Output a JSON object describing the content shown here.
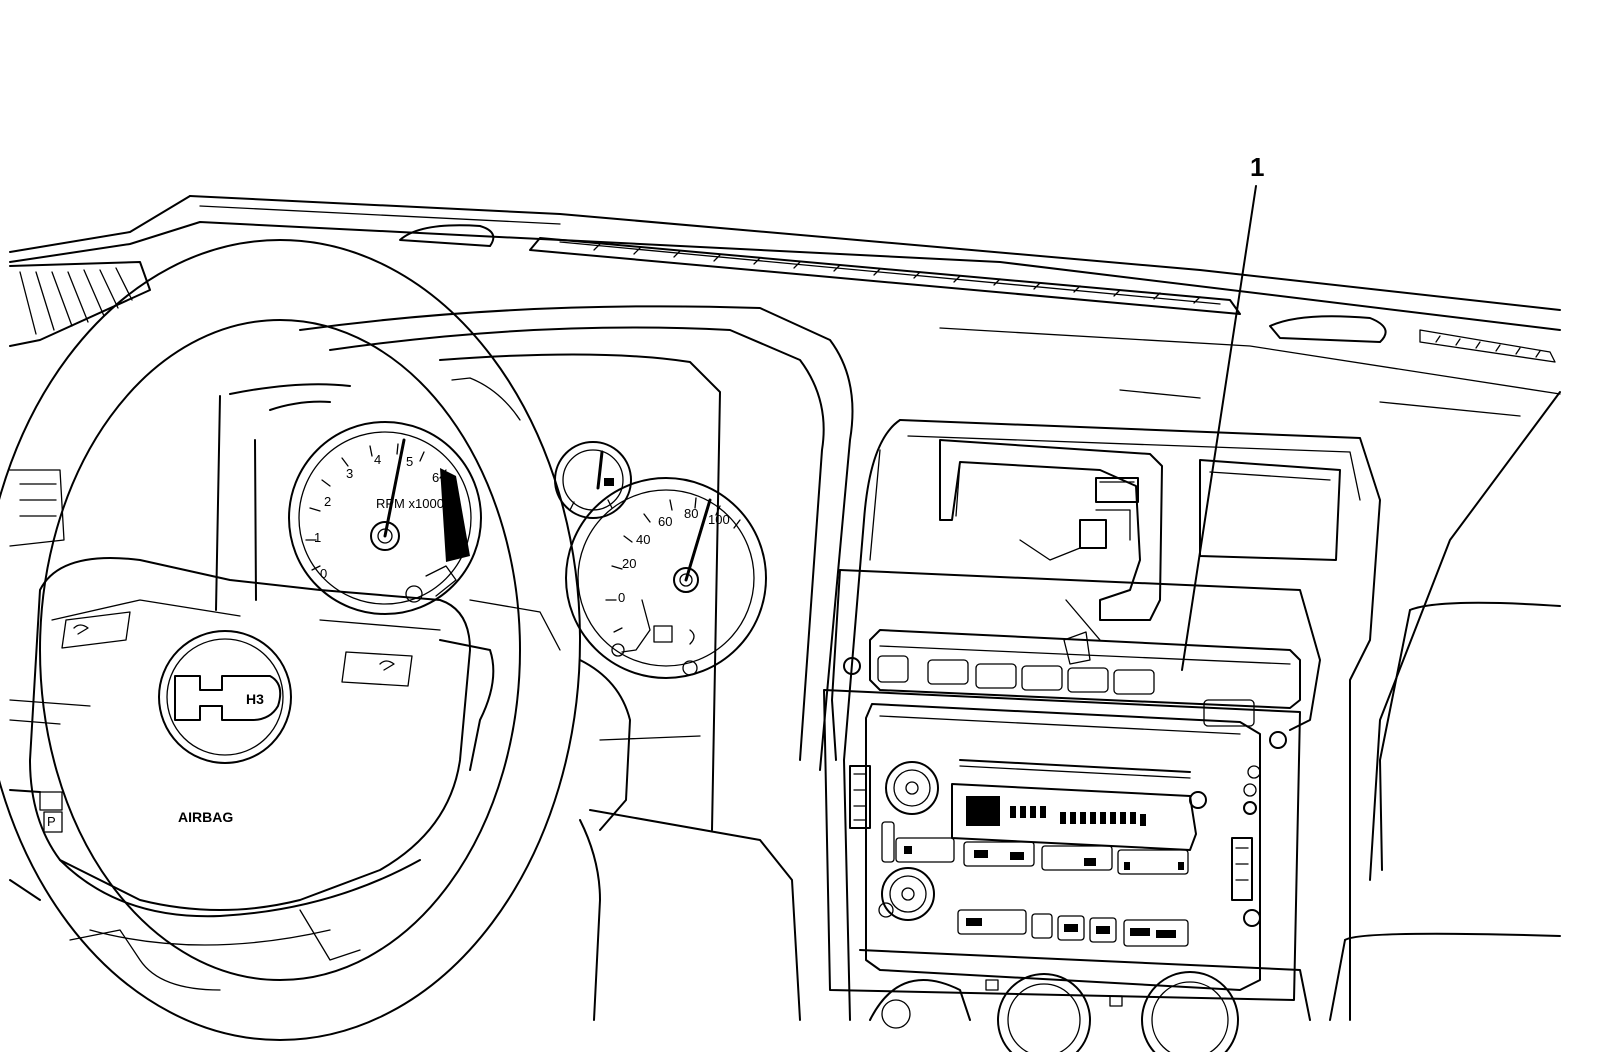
{
  "callouts": [
    {
      "number": "1"
    }
  ],
  "printed_labels": {
    "steering_wheel_emblem": "H3",
    "airbag_text": "AIRBAG",
    "tachometer_scale": [
      "0",
      "1",
      "2",
      "3",
      "4",
      "5",
      "6"
    ],
    "tachometer_units": "RPM x1000",
    "speedometer_scale": [
      "0",
      "20",
      "40",
      "60",
      "80",
      "100"
    ],
    "left_panel_marks": [
      "P"
    ]
  },
  "colors": {
    "ink": "#000000",
    "paper": "#ffffff"
  }
}
